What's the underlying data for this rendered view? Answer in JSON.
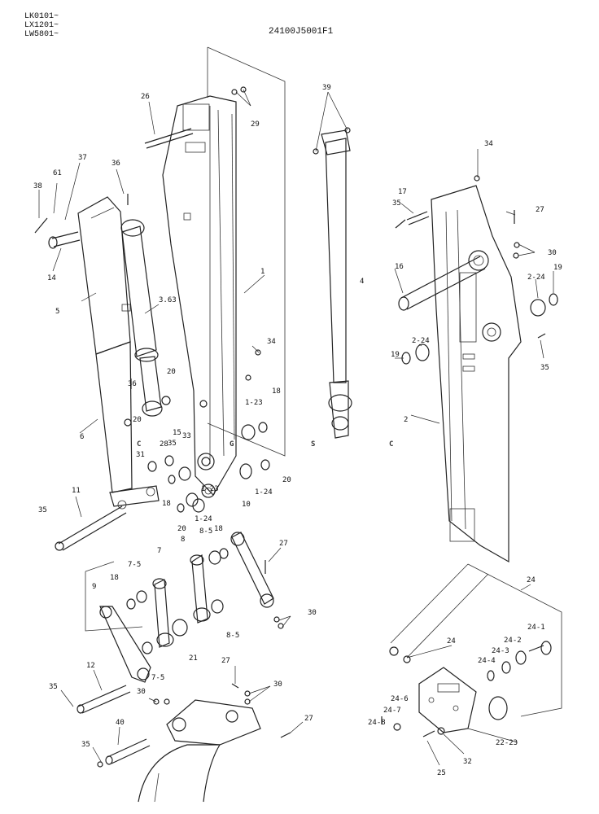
{
  "header": {
    "serials": [
      "LK0101~",
      "LX1201~",
      "LW5801~"
    ],
    "drawing_no": "24100J5001F1"
  },
  "watermark": {
    "letters": [
      "C",
      "G",
      "S",
      "C"
    ],
    "colors": [
      "#4f86f0",
      "#ee6e6e",
      "#f6c443",
      "#48a97a"
    ]
  },
  "callouts": {
    "c1": "1",
    "c1_23a": "1-23",
    "c1_23b": "1-23",
    "c1_24a": "1-24",
    "c1_24b": "1-24",
    "c2": "2",
    "c2_24a": "2-24",
    "c2_24b": "2-24",
    "c3_63": "3.63",
    "c4": "4",
    "c5": "5",
    "c6": "6",
    "c7": "7",
    "c7_5a": "7-5",
    "c7_5b": "7-5",
    "c8": "8",
    "c8_5a": "8-5",
    "c8_5b": "8-5",
    "c9": "9",
    "c10": "10",
    "c11": "11",
    "c12": "12",
    "c14": "14",
    "c15": "15",
    "c16": "16",
    "c17": "17",
    "c18a": "18",
    "c18b": "18",
    "c18c": "18",
    "c18d": "18",
    "c19a": "19",
    "c19b": "19",
    "c20a": "20",
    "c20b": "20",
    "c20c": "20",
    "c20d": "20",
    "c21": "21",
    "c22_23": "22-23",
    "c24a": "24",
    "c24b": "24",
    "c24_1": "24-1",
    "c24_2": "24-2",
    "c24_3": "24-3",
    "c24_4": "24-4",
    "c24_6": "24-6",
    "c24_7": "24-7",
    "c24_8": "24-8",
    "c25": "25",
    "c26": "26",
    "c27a": "27",
    "c27b": "27",
    "c27c": "27",
    "c27d": "27",
    "c28": "28",
    "c29": "29",
    "c30a": "30",
    "c30b": "30",
    "c30c": "30",
    "c30d": "30",
    "c31": "31",
    "c32": "32",
    "c33": "33",
    "c34a": "34",
    "c34b": "34",
    "c35a": "35",
    "c35b": "35",
    "c35c": "35",
    "c35d": "35",
    "c35e": "35",
    "c35f": "35",
    "c36a": "36",
    "c36b": "36",
    "c37": "37",
    "c38": "38",
    "c39": "39",
    "c40": "40",
    "c61": "61"
  }
}
